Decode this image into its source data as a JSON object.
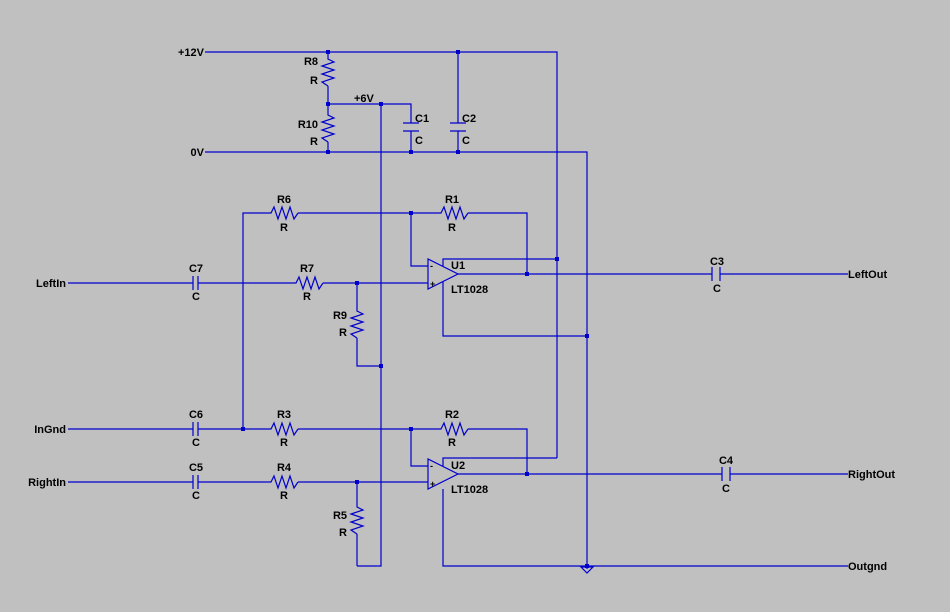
{
  "nets": {
    "p12": "+12V",
    "zero": "0V",
    "p6": "+6V",
    "left_in": "LeftIn",
    "in_gnd": "InGnd",
    "right_in": "RightIn",
    "left_out": "LeftOut",
    "right_out": "RightOut",
    "out_gnd": "Outgnd"
  },
  "resistors": {
    "R8": {
      "name": "R8",
      "value": "R"
    },
    "R10": {
      "name": "R10",
      "value": "R"
    },
    "R6": {
      "name": "R6",
      "value": "R"
    },
    "R1": {
      "name": "R1",
      "value": "R"
    },
    "R7": {
      "name": "R7",
      "value": "R"
    },
    "R9": {
      "name": "R9",
      "value": "R"
    },
    "R3": {
      "name": "R3",
      "value": "R"
    },
    "R2": {
      "name": "R2",
      "value": "R"
    },
    "R4": {
      "name": "R4",
      "value": "R"
    },
    "R5": {
      "name": "R5",
      "value": "R"
    }
  },
  "capacitors": {
    "C1": {
      "name": "C1",
      "value": "C"
    },
    "C2": {
      "name": "C2",
      "value": "C"
    },
    "C7": {
      "name": "C7",
      "value": "C"
    },
    "C3": {
      "name": "C3",
      "value": "C"
    },
    "C6": {
      "name": "C6",
      "value": "C"
    },
    "C5": {
      "name": "C5",
      "value": "C"
    },
    "C4": {
      "name": "C4",
      "value": "C"
    }
  },
  "opamps": {
    "U1": {
      "name": "U1",
      "part": "LT1028",
      "minus": "-",
      "plus": "+"
    },
    "U2": {
      "name": "U2",
      "part": "LT1028",
      "minus": "-",
      "plus": "+"
    }
  }
}
